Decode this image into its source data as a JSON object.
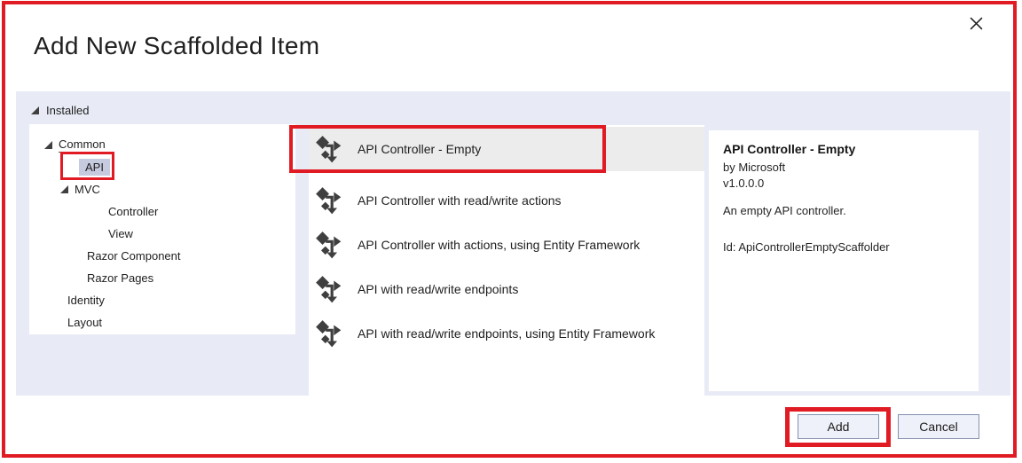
{
  "window": {
    "title": "Add New Scaffolded Item"
  },
  "tree": {
    "root_label": "Installed",
    "items": [
      {
        "label": "Common"
      },
      {
        "label": "API"
      },
      {
        "label": "MVC"
      },
      {
        "label": "Controller"
      },
      {
        "label": "View"
      },
      {
        "label": "Razor Component"
      },
      {
        "label": "Razor Pages"
      },
      {
        "label": "Identity"
      },
      {
        "label": "Layout"
      }
    ]
  },
  "list": {
    "items": [
      {
        "label": "API Controller - Empty"
      },
      {
        "label": "API Controller with read/write actions"
      },
      {
        "label": "API Controller with actions, using Entity Framework"
      },
      {
        "label": "API with read/write endpoints"
      },
      {
        "label": "API with read/write endpoints, using Entity Framework"
      }
    ]
  },
  "details": {
    "title": "API Controller - Empty",
    "byline": "by Microsoft",
    "version": "v1.0.0.0",
    "description": "An empty API controller.",
    "id_line": "Id: ApiControllerEmptyScaffolder"
  },
  "buttons": {
    "add": "Add",
    "cancel": "Cancel"
  },
  "colors": {
    "annotation_red": "#e11b23",
    "content_bg": "#e8ebf6",
    "tree_selection_bg": "#c7cbdf",
    "list_selection_bg": "#ececec",
    "button_bg": "#eef1f9",
    "button_border": "#8490ad",
    "icon_gray": "#3f3f3f"
  }
}
